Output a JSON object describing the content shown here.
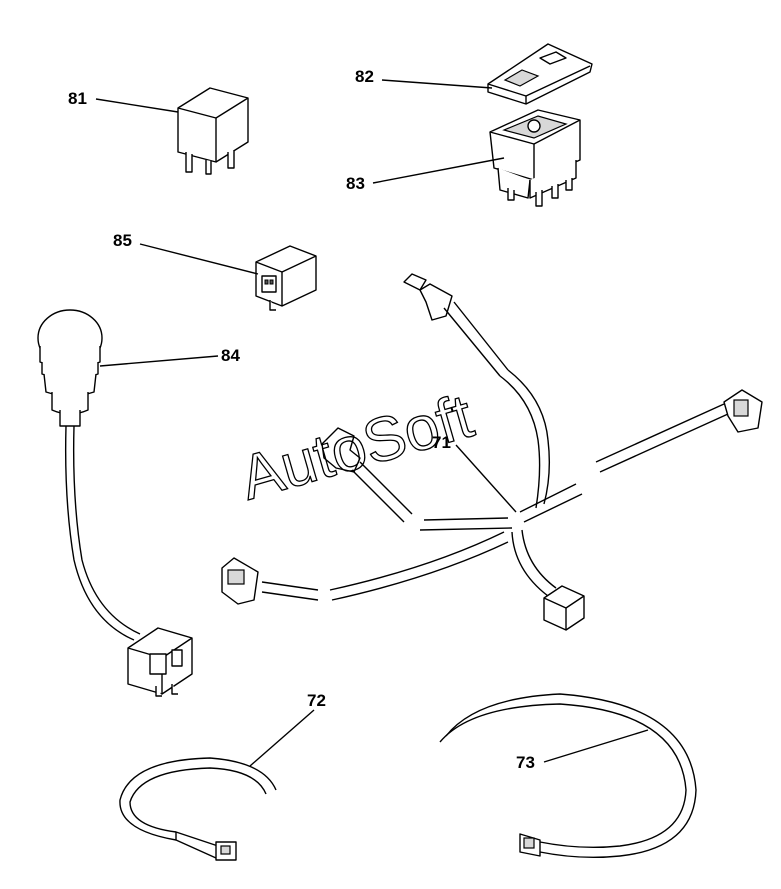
{
  "watermark": "AutoSoft",
  "labels": {
    "p81": "81",
    "p82": "82",
    "p83": "83",
    "p84": "84",
    "p85": "85",
    "p71": "71",
    "p72": "72",
    "p73": "73"
  }
}
